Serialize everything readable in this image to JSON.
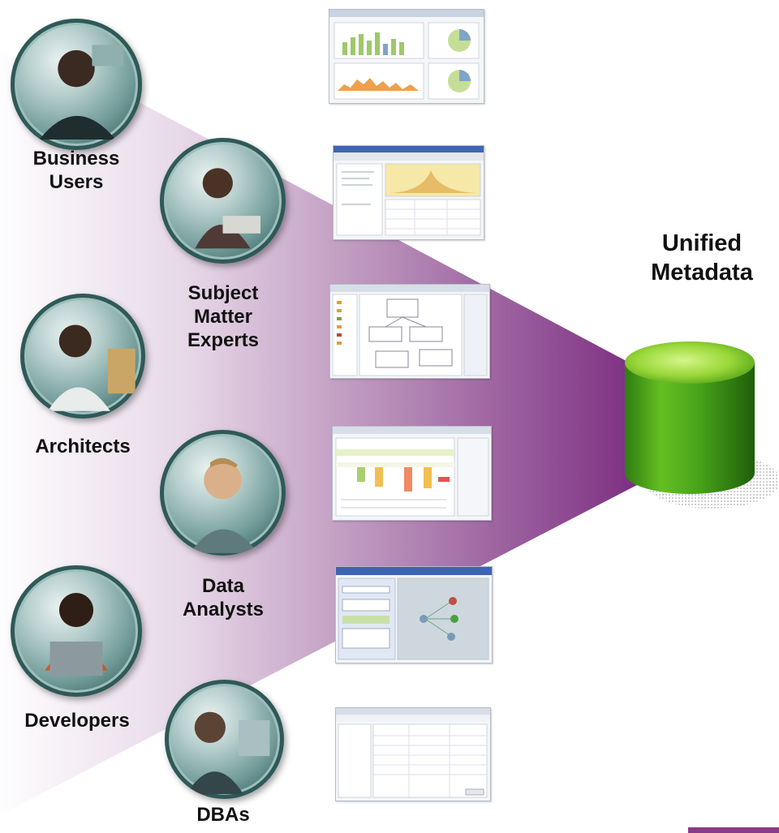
{
  "heading": "Unified\nMetadata",
  "roles": [
    {
      "label": "Business\nUsers",
      "icon": "business-user-photo"
    },
    {
      "label": "Subject\nMatter\nExperts",
      "icon": "subject-matter-expert-photo"
    },
    {
      "label": "Architects",
      "icon": "architect-photo"
    },
    {
      "label": "Data\nAnalysts",
      "icon": "data-analyst-photo"
    },
    {
      "label": "Developers",
      "icon": "developer-photo"
    },
    {
      "label": "DBAs",
      "icon": "dba-photo"
    }
  ],
  "screenshots": [
    {
      "icon": "dashboard-charts-thumbnail"
    },
    {
      "icon": "data-profiling-thumbnail"
    },
    {
      "icon": "data-model-designer-thumbnail"
    },
    {
      "icon": "data-quality-grid-thumbnail"
    },
    {
      "icon": "mapping-flow-thumbnail"
    },
    {
      "icon": "database-admin-thumbnail"
    }
  ],
  "repository": {
    "icon": "database-cylinder-icon"
  },
  "colors": {
    "fan": "#7d2f82",
    "database": "#4aa61a",
    "avatar": "#5f8e8b"
  }
}
